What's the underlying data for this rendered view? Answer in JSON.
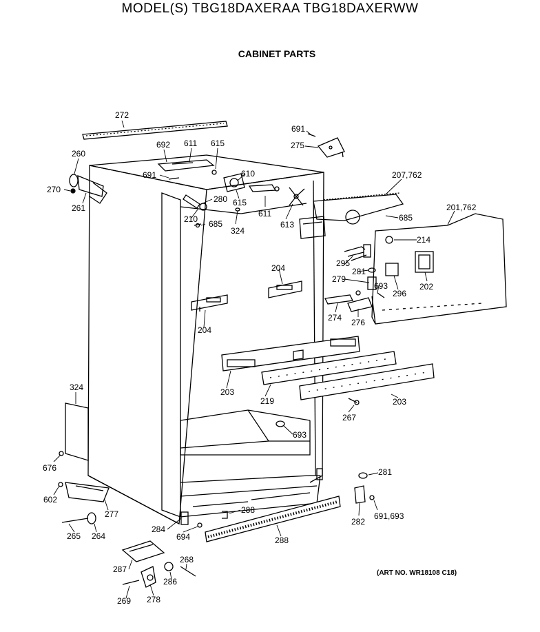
{
  "header": {
    "model": "MODEL(S) TBG18DAXERAA  TBG18DAXERWW",
    "section": "CABINET PARTS"
  },
  "footer": {
    "art_no": "(ART NO. WR18108 C18)"
  },
  "callouts": [
    "272",
    "691",
    "275",
    "260",
    "692",
    "611",
    "615",
    "691",
    "610",
    "207,762",
    "270",
    "261",
    "280",
    "615",
    "611",
    "613",
    "210",
    "685",
    "685",
    "324",
    "201,762",
    "214",
    "295",
    "281",
    "279",
    "693",
    "296",
    "202",
    "204",
    "204",
    "274",
    "276",
    "203",
    "219",
    "203",
    "267",
    "693",
    "324",
    "676",
    "281",
    "602",
    "277",
    "288",
    "282",
    "691,693",
    "265",
    "264",
    "284",
    "694",
    "288",
    "287",
    "268",
    "286",
    "269",
    "278"
  ]
}
